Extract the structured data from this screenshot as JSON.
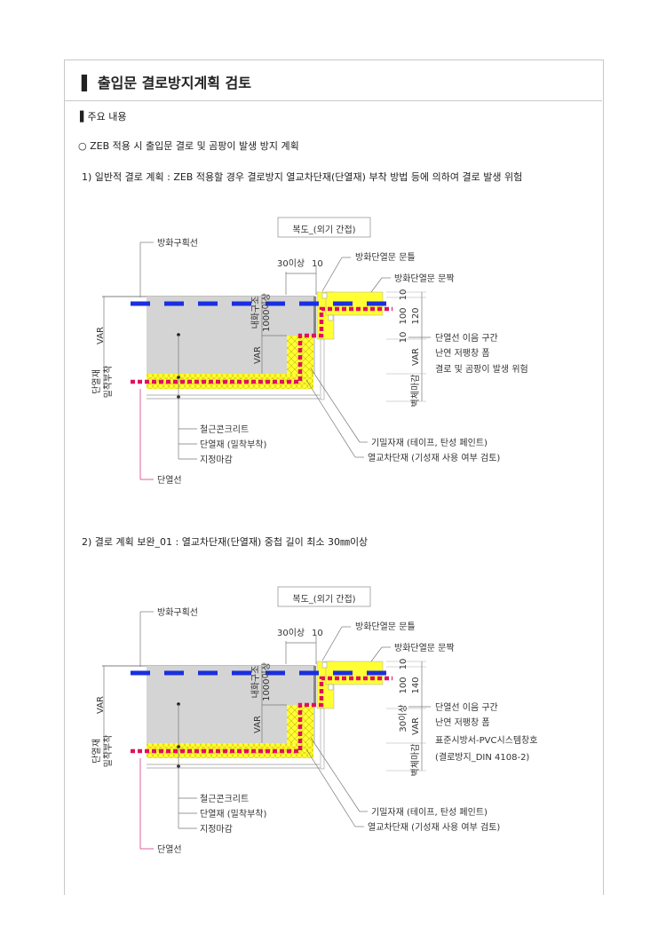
{
  "header": {
    "title": "▌ 출입문 결로방지계획 검토"
  },
  "section": {
    "label": "▌주요 내용"
  },
  "items": {
    "bullet": "○ ZEB 적용 시 출입문 결로 및 곰팡이 발생 방지 계획",
    "item1": "1) 일반적 결로 계획 : ZEB 적용할 경우 결로방지 열교차단재(단열재) 부착 방법 등에 의하여 결로 발생 위험",
    "item2": "2) 결로 계획 보완_01 : 열교차단재(단열재) 중첩 길이 최소 30㎜이상"
  },
  "colors": {
    "fire_line": "#1a2fe0",
    "insulation_line": "#e0105e",
    "insulation": "#ffff33",
    "concrete": "#d4d4d4",
    "accent_text": "#d0207a",
    "blue_text": "#2a3fbf"
  },
  "diagrams": [
    {
      "title": "복도_(외기 간접)",
      "fire_line_label": "방화구획선",
      "insulation_line_label": "단열선",
      "dim_overlap": "30이상",
      "dim_gap": "10",
      "door_frame": "방화단열문 문틀",
      "door_leaf": "방화단열문 문짝",
      "left_var": "VAR",
      "left_insul": [
        "단열재",
        "밀착부착"
      ],
      "mid_var": "VAR",
      "fire_struct": [
        "내화구조",
        "1000이상"
      ],
      "right_dims": [
        "10",
        "100",
        "120"
      ],
      "right_joint": "10",
      "right_var": "VAR",
      "wall_finish": "벽체마감",
      "joint_label": "단열선 이음 구간",
      "foam_label": "난연 저팽창 폼",
      "note_lines": [
        "결로 및 곰팡이 발생 위험"
      ],
      "materials": [
        "철근콘크리트",
        "단열재 (밀착부착)",
        "지정마감"
      ],
      "airtight": "기밀자재 (테이프, 탄성 페인트)",
      "thermal_break": "열교차단재 (기성재 사용 여부 검토)"
    },
    {
      "title": "복도_(외기 간접)",
      "fire_line_label": "방화구획선",
      "insulation_line_label": "단열선",
      "dim_overlap": "30이상",
      "dim_gap": "10",
      "door_frame": "방화단열문 문틀",
      "door_leaf": "방화단열문 문짝",
      "left_var": "VAR",
      "left_insul": [
        "단열재",
        "밀착부착"
      ],
      "mid_var": "VAR",
      "fire_struct": [
        "내화구조",
        "1000이상"
      ],
      "right_dims": [
        "10",
        "100",
        "140"
      ],
      "right_joint": "30이상",
      "right_var": "VAR",
      "wall_finish": "벽체마감",
      "joint_label": "단열선 이음 구간",
      "foam_label": "난연 저팽창 폼",
      "note_lines": [
        "표준시방서-PVC시스템창호",
        "(결로방지_DIN 4108-2)"
      ],
      "materials": [
        "철근콘크리트",
        "단열재 (밀착부착)",
        "지정마감"
      ],
      "airtight": "기밀자재 (테이프, 탄성 페인트)",
      "thermal_break": "열교차단재 (기성재 사용 여부 검토)"
    }
  ]
}
